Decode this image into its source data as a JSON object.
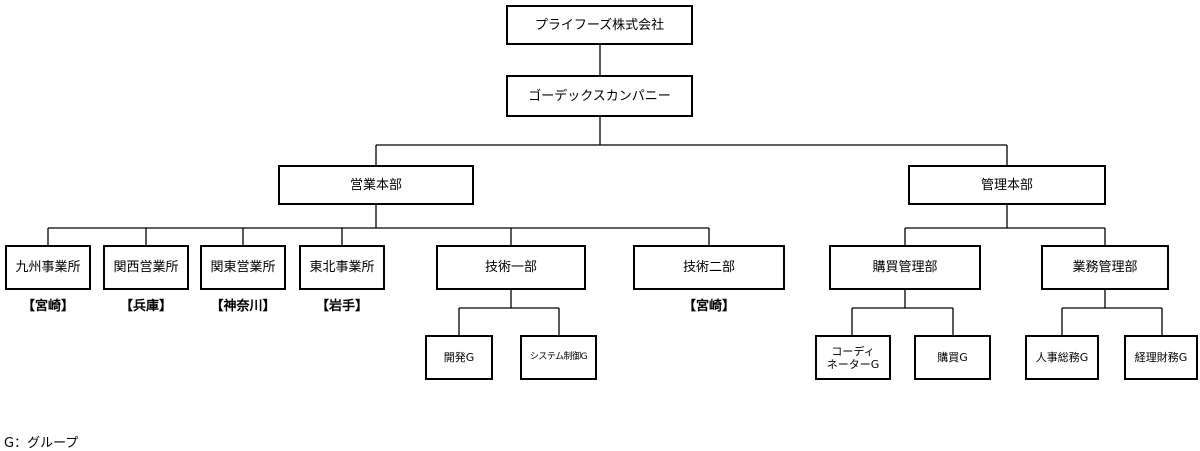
{
  "org": {
    "root": "プライフーズ株式会社",
    "company": "ゴーデックスカンパニー",
    "sales_hq": "営業本部",
    "admin_hq": "管理本部",
    "kyushu": "九州事業所",
    "kyushu_loc": "【宮崎】",
    "kansai": "関西営業所",
    "kansai_loc": "【兵庫】",
    "kanto": "関東営業所",
    "kanto_loc": "【神奈川】",
    "tohoku": "東北事業所",
    "tohoku_loc": "【岩手】",
    "tech1": "技術一部",
    "tech2": "技術二部",
    "tech2_loc": "【宮崎】",
    "dev_g": "開発G",
    "sys_g": "システム制御G",
    "purchase_dept": "購買管理部",
    "business_dept": "業務管理部",
    "coord_g": "コーディ\nネーターG",
    "purchase_g": "購買G",
    "hr_g": "人事総務G",
    "finance_g": "経理財務G"
  },
  "legend": "G：グループ"
}
